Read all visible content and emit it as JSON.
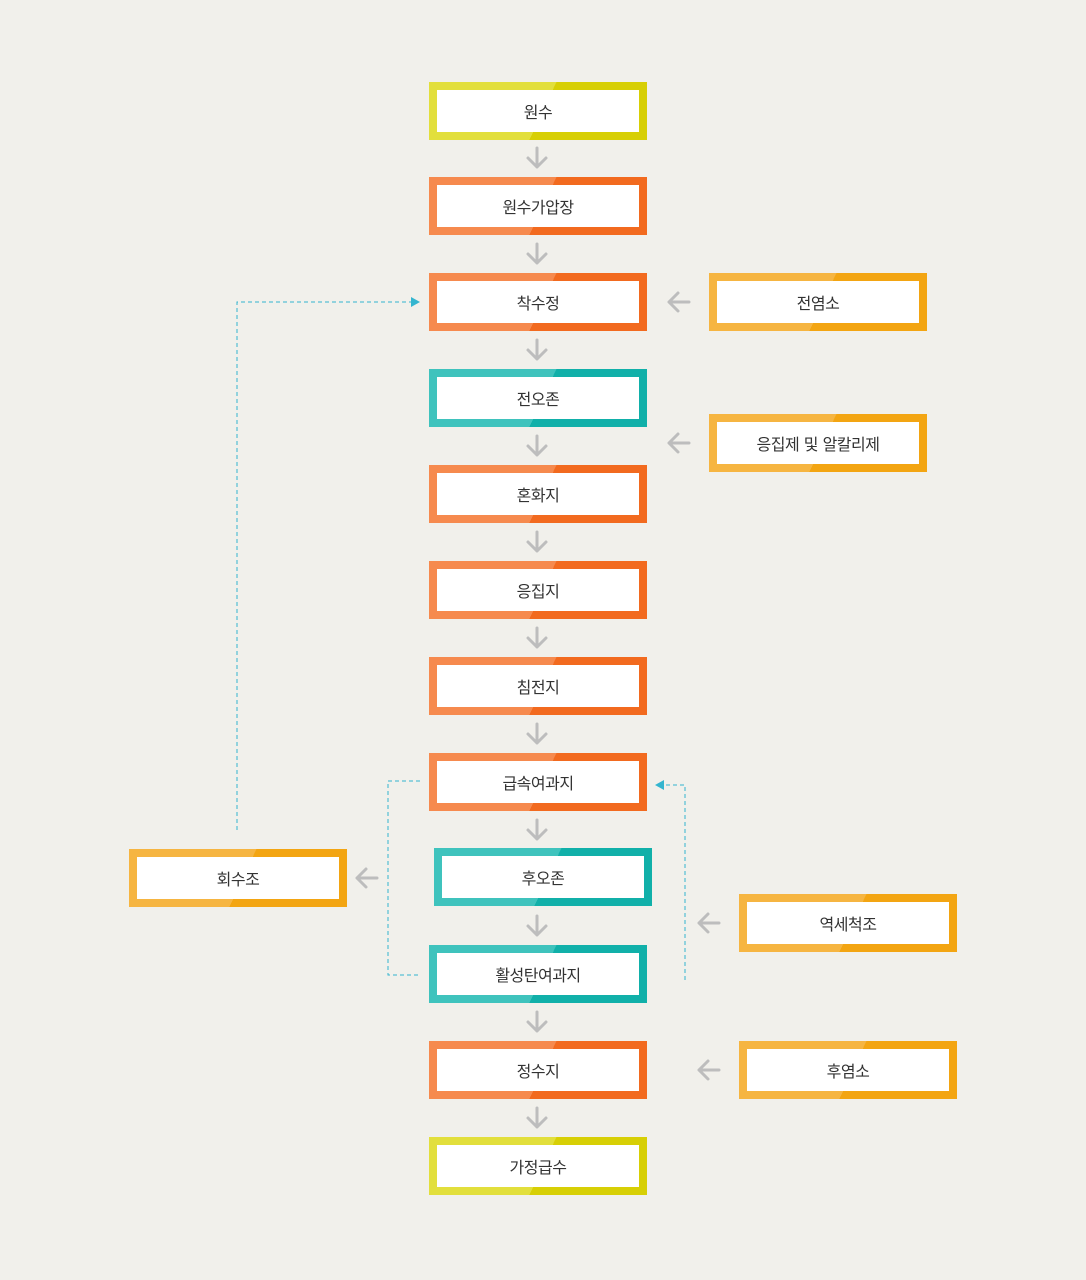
{
  "main_flow": [
    {
      "id": "n1",
      "label": "원수",
      "color": "yellow"
    },
    {
      "id": "n2",
      "label": "원수가압장",
      "color": "orange"
    },
    {
      "id": "n3",
      "label": "착수정",
      "color": "orange"
    },
    {
      "id": "n4",
      "label": "전오존",
      "color": "teal"
    },
    {
      "id": "n5",
      "label": "혼화지",
      "color": "orange"
    },
    {
      "id": "n6",
      "label": "응집지",
      "color": "orange"
    },
    {
      "id": "n7",
      "label": "침전지",
      "color": "orange"
    },
    {
      "id": "n8",
      "label": "급속여과지",
      "color": "orange"
    },
    {
      "id": "n9",
      "label": "후오존",
      "color": "teal"
    },
    {
      "id": "n10",
      "label": "활성탄여과지",
      "color": "teal"
    },
    {
      "id": "n11",
      "label": "정수지",
      "color": "orange"
    },
    {
      "id": "n12",
      "label": "가정급수",
      "color": "yellow"
    }
  ],
  "side_inputs": [
    {
      "id": "s1",
      "label": "전염소",
      "color": "amber"
    },
    {
      "id": "s2",
      "label": "응집제 및 알칼리제",
      "color": "amber"
    },
    {
      "id": "s3",
      "label": "역세척조",
      "color": "amber"
    },
    {
      "id": "s4",
      "label": "후염소",
      "color": "amber"
    }
  ],
  "recovery": {
    "id": "r1",
    "label": "회수조",
    "color": "amber"
  },
  "colors": {
    "arrow_gray": "#bdbdbd",
    "dashed_line": "#34b5cf",
    "background": "#f1f0eb"
  }
}
